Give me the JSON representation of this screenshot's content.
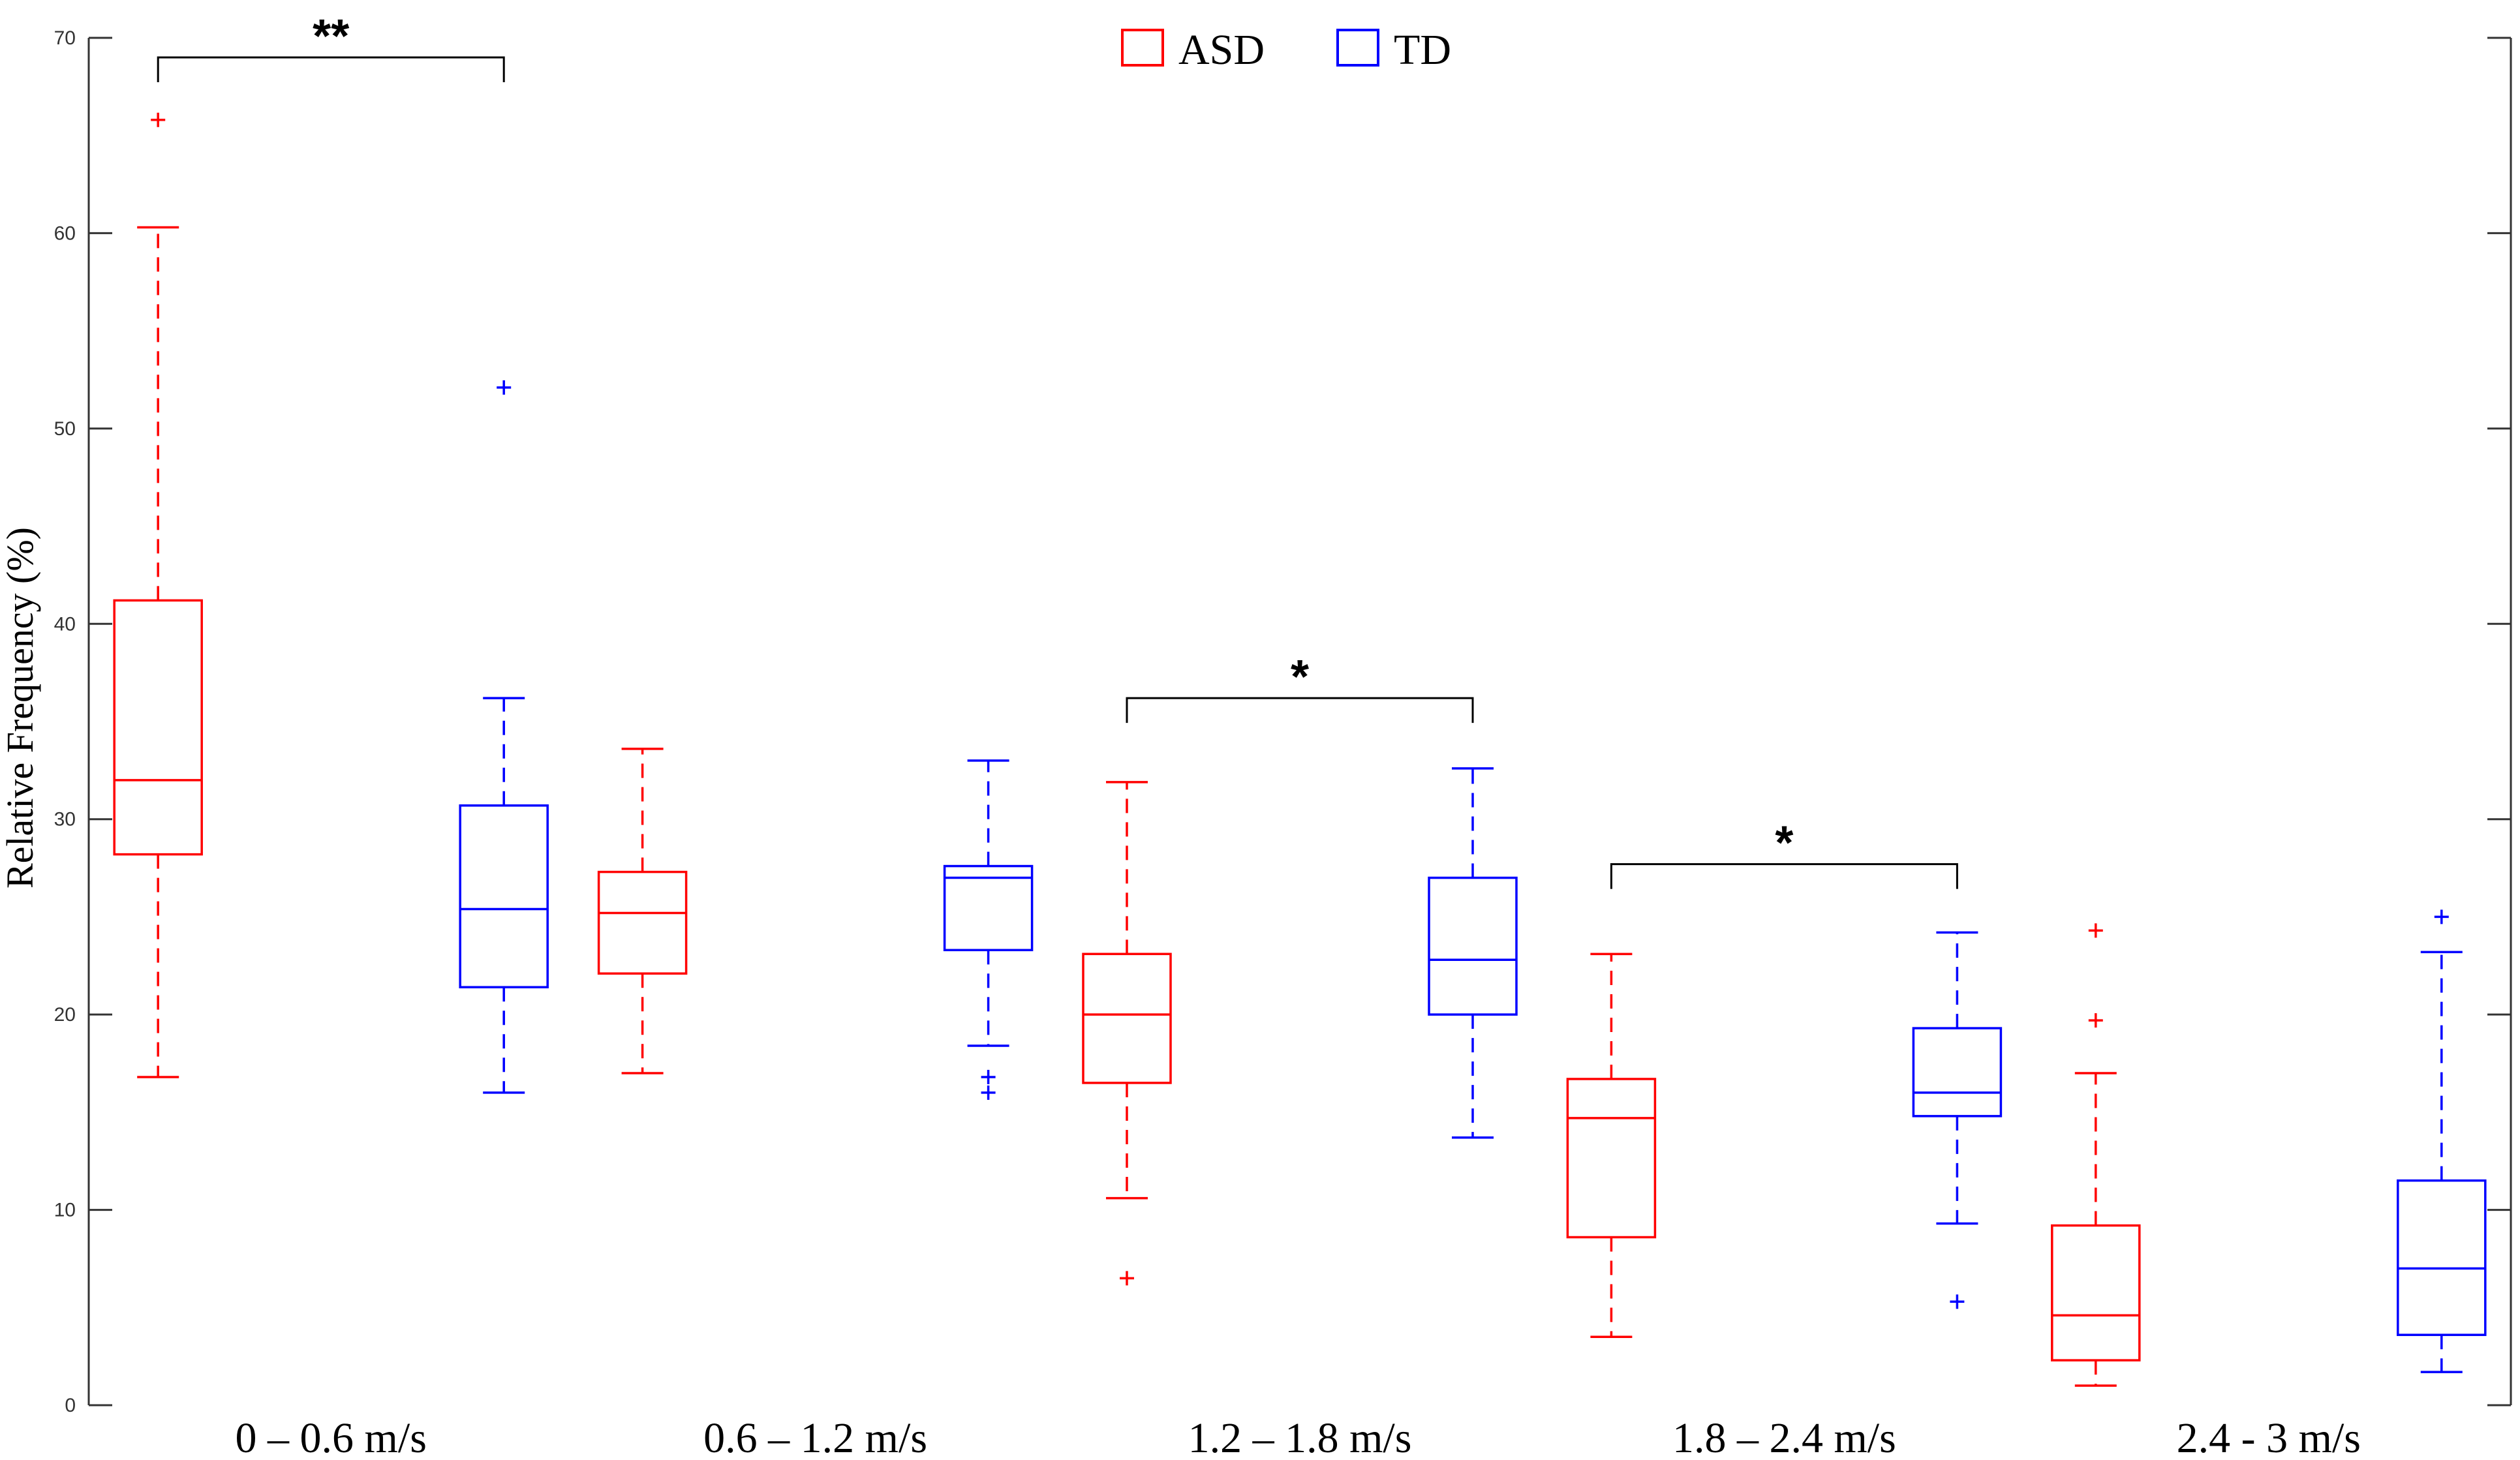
{
  "chart_data": {
    "type": "box",
    "ylabel": "Relative Frequency (%)",
    "xlabel": "",
    "ylim": [
      0,
      70
    ],
    "yticks": [
      0,
      10,
      20,
      30,
      40,
      50,
      60,
      70
    ],
    "categories": [
      "0 – 0.6 m/s",
      "0.6 – 1.2 m/s",
      "1.2 – 1.8 m/s",
      "1.8 – 2.4 m/s",
      "2.4 - 3 m/s"
    ],
    "legend": {
      "placement": "top-center"
    },
    "series": [
      {
        "name": "ASD",
        "color": "#ff0000",
        "boxes": [
          {
            "whisker_low": 16.8,
            "q1": 28.2,
            "median": 32.0,
            "q3": 41.2,
            "whisker_high": 60.3,
            "outliers": [
              65.8
            ]
          },
          {
            "whisker_low": 17.0,
            "q1": 22.1,
            "median": 25.2,
            "q3": 27.3,
            "whisker_high": 33.6,
            "outliers": []
          },
          {
            "whisker_low": 10.6,
            "q1": 16.5,
            "median": 20.0,
            "q3": 23.1,
            "whisker_high": 31.9,
            "outliers": [
              6.5
            ]
          },
          {
            "whisker_low": 3.5,
            "q1": 8.6,
            "median": 14.7,
            "q3": 16.7,
            "whisker_high": 23.1,
            "outliers": []
          },
          {
            "whisker_low": 1.0,
            "q1": 2.3,
            "median": 4.6,
            "q3": 9.2,
            "whisker_high": 17.0,
            "outliers": [
              19.7,
              24.3
            ]
          }
        ]
      },
      {
        "name": "TD",
        "color": "#0000ff",
        "boxes": [
          {
            "whisker_low": 16.0,
            "q1": 21.4,
            "median": 25.4,
            "q3": 30.7,
            "whisker_high": 36.2,
            "outliers": [
              52.1
            ]
          },
          {
            "whisker_low": 18.4,
            "q1": 23.3,
            "median": 27.0,
            "q3": 27.6,
            "whisker_high": 33.0,
            "outliers": [
              16.0,
              16.8
            ]
          },
          {
            "whisker_low": 13.7,
            "q1": 20.0,
            "median": 22.8,
            "q3": 27.0,
            "whisker_high": 32.6,
            "outliers": []
          },
          {
            "whisker_low": 9.3,
            "q1": 14.8,
            "median": 16.0,
            "q3": 19.3,
            "whisker_high": 24.2,
            "outliers": [
              5.3
            ]
          },
          {
            "whisker_low": 1.7,
            "q1": 3.6,
            "median": 7.0,
            "q3": 11.5,
            "whisker_high": 23.2,
            "outliers": [
              25.0
            ]
          }
        ]
      }
    ],
    "significance": [
      {
        "category_index": 0,
        "label": "**",
        "y": 69.0
      },
      {
        "category_index": 2,
        "label": "*",
        "y": 36.2
      },
      {
        "category_index": 3,
        "label": "*",
        "y": 27.7
      }
    ]
  }
}
